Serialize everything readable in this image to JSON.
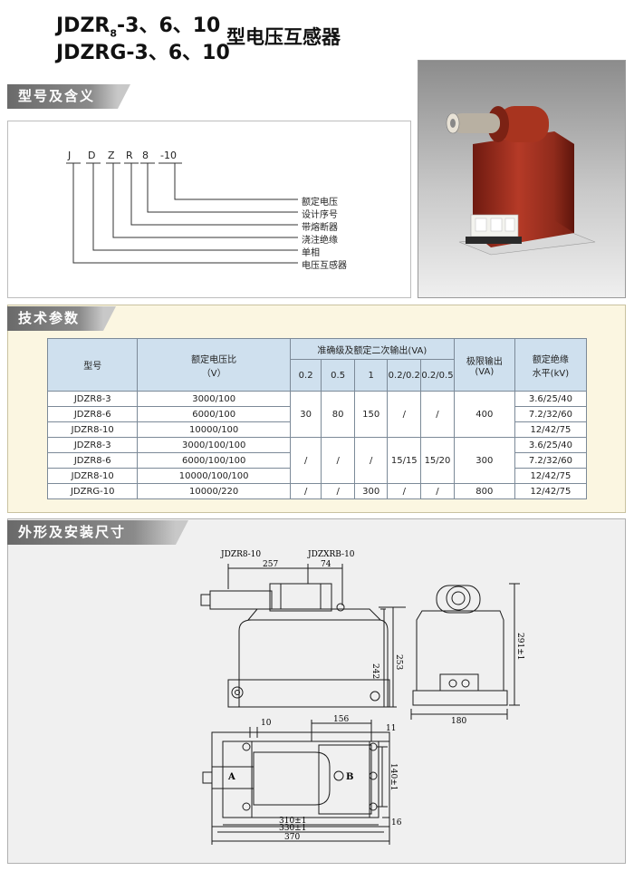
{
  "title": {
    "line1_main": "JDZR",
    "line1_sub": "8",
    "line1_rest": "-3、6、10",
    "line2": "JDZRG-3、6、10",
    "suffix": "型电压互感器"
  },
  "sections": {
    "model_meaning": "型号及含义",
    "tech_params": "技术参数",
    "dimensions": "外形及安装尺寸"
  },
  "model_code": {
    "letters": [
      "J",
      "D",
      "Z",
      "R",
      "8",
      "-10"
    ],
    "labels": [
      "额定电压",
      "设计序号",
      "带熔断器",
      "浇注绝缘",
      "单相",
      "电压互感器"
    ]
  },
  "table": {
    "headers": {
      "model": "型号",
      "ratio_line1": "额定电压比",
      "ratio_line2": "（V）",
      "accuracy": "准确级及额定二次输出(VA)",
      "limit_line1": "极限输出",
      "limit_line2": "(VA)",
      "insulation_line1": "额定绝缘",
      "insulation_line2": "水平(kV)",
      "classes": [
        "0.2",
        "0.5",
        "1",
        "0.2/0.2",
        "0.2/0.5"
      ]
    },
    "models": [
      "JDZR8-3",
      "JDZR8-6",
      "JDZR8-10",
      "JDZR8-3",
      "JDZR8-6",
      "JDZR8-10",
      "JDZRG-10"
    ],
    "ratios": [
      "3000/100",
      "6000/100",
      "10000/100",
      "3000/100/100",
      "6000/100/100",
      "10000/100/100",
      "10000/220"
    ],
    "insulation": [
      "3.6/25/40",
      "7.2/32/60",
      "12/42/75",
      "3.6/25/40",
      "7.2/32/60",
      "12/42/75",
      "12/42/75"
    ],
    "group1": {
      "c02": "30",
      "c05": "80",
      "c1": "150",
      "c0202": "/",
      "c0205": "/",
      "limit": "400"
    },
    "group2": {
      "c02": "/",
      "c05": "/",
      "c1": "/",
      "c0202": "15/15",
      "c0205": "15/20",
      "limit": "300"
    },
    "group3": {
      "c02": "/",
      "c05": "/",
      "c1": "300",
      "c0202": "/",
      "c0205": "/",
      "limit": "800"
    }
  },
  "drawing": {
    "label_a": "JDZR8-10",
    "label_b": "JDZXRB-10",
    "d257": "257",
    "d74": "74",
    "d242": "242",
    "d253": "253",
    "d291": "291±1",
    "d180": "180",
    "d10": "10",
    "d156": "156",
    "d11": "11",
    "d140": "140±1",
    "d16": "16",
    "d310": "310±1",
    "d330": "330±1",
    "d370": "370",
    "mark_a": "A",
    "mark_b": "B"
  },
  "colors": {
    "header_dark": "#6a6a6a",
    "table_header": "#cfe0ee",
    "params_bg": "#fbf6e1",
    "dim_bg": "#f0f0f0",
    "product_red": "#9c2d1f"
  }
}
